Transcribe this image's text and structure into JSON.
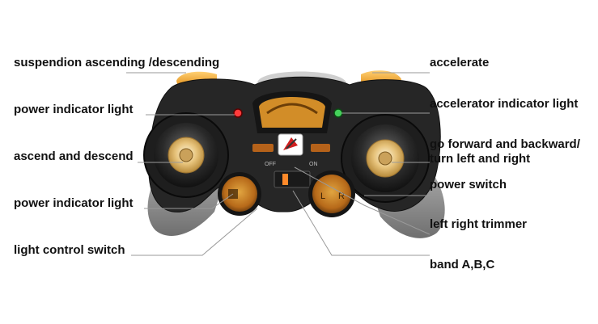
{
  "diagram": {
    "labels_left": [
      {
        "id": "suspension",
        "text": "suspendion ascending /descending"
      },
      {
        "id": "power-light-1",
        "text": "power indicator light"
      },
      {
        "id": "ascend",
        "text": "ascend and descend"
      },
      {
        "id": "power-light-2",
        "text": "power indicator light"
      },
      {
        "id": "light-switch",
        "text": "light control switch"
      }
    ],
    "labels_right": [
      {
        "id": "accelerate",
        "text": "accelerate"
      },
      {
        "id": "accel-light",
        "text": "accelerator indicator light"
      },
      {
        "id": "forward-line1",
        "text": "go forward and backward/"
      },
      {
        "id": "forward-line2",
        "text": "turn left and right"
      },
      {
        "id": "power-switch",
        "text": "power switch"
      },
      {
        "id": "trimmer",
        "text": "left right trimmer"
      },
      {
        "id": "band",
        "text": "band A,B,C"
      }
    ],
    "device_marks": {
      "off_text": "OFF",
      "on_text": "ON",
      "l_text": "L",
      "r_text": "R"
    },
    "colors": {
      "body": "#2b2b2b",
      "grip": "#8e8e8e",
      "orange": "#f2a427",
      "gold": "#d9b46a",
      "leader": "#9a9a9a"
    }
  }
}
